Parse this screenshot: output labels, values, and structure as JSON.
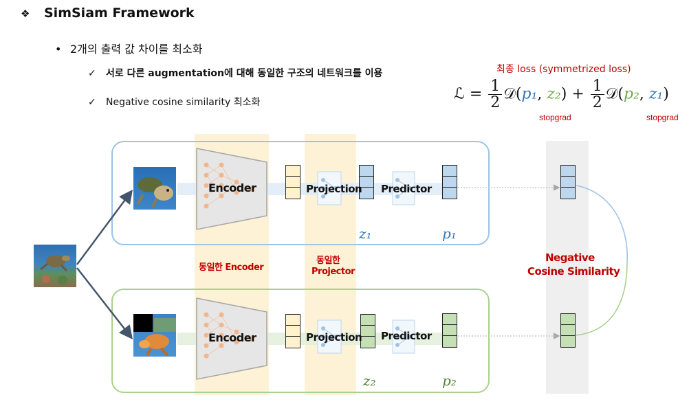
{
  "title": {
    "bullet": "❖",
    "text": "SimSiam Framework"
  },
  "bullets": {
    "main": {
      "marker": "•",
      "text": "2개의 출력 값 차이를 최소화"
    },
    "checks": [
      {
        "marker": "✓",
        "text": "서로 다른 augmentation에 대해 동일한 구조의 네트워크를 이용"
      },
      {
        "marker": "✓",
        "text": "Negative cosine similarity 최소화"
      }
    ]
  },
  "loss": {
    "label": "최종 loss (symmetrized loss)",
    "lhs": "ℒ =",
    "frac_num": "1",
    "frac_den": "2",
    "d_symbol": "𝒟(",
    "term1_p": "p₁",
    "term1_z": "z₂",
    "term2_p": "p₂",
    "term2_z": "z₁",
    "comma": ",",
    "close": ")",
    "plus": "+",
    "stopgrad": "stopgrad"
  },
  "diagram": {
    "encoder_label": "Encoder",
    "projection_label": "Projection",
    "predictor_label": "Predictor",
    "shared_encoder": "동일한 Encoder",
    "shared_projector_line1": "동일한",
    "shared_projector_line2": "Projector",
    "neg_cos_line1": "Negative",
    "neg_cos_line2": "Cosine Similarity",
    "z1": "z₁",
    "p1": "p₁",
    "z2": "z₂",
    "p2": "p₂"
  },
  "colors": {
    "blue_branch": "#9dc3e6",
    "green_branch": "#a9d18e",
    "blue_vec": "#bdd7ee",
    "green_vec": "#c5e0b4",
    "yellow_vec": "#fff2cc",
    "accent_red": "#c00000"
  }
}
